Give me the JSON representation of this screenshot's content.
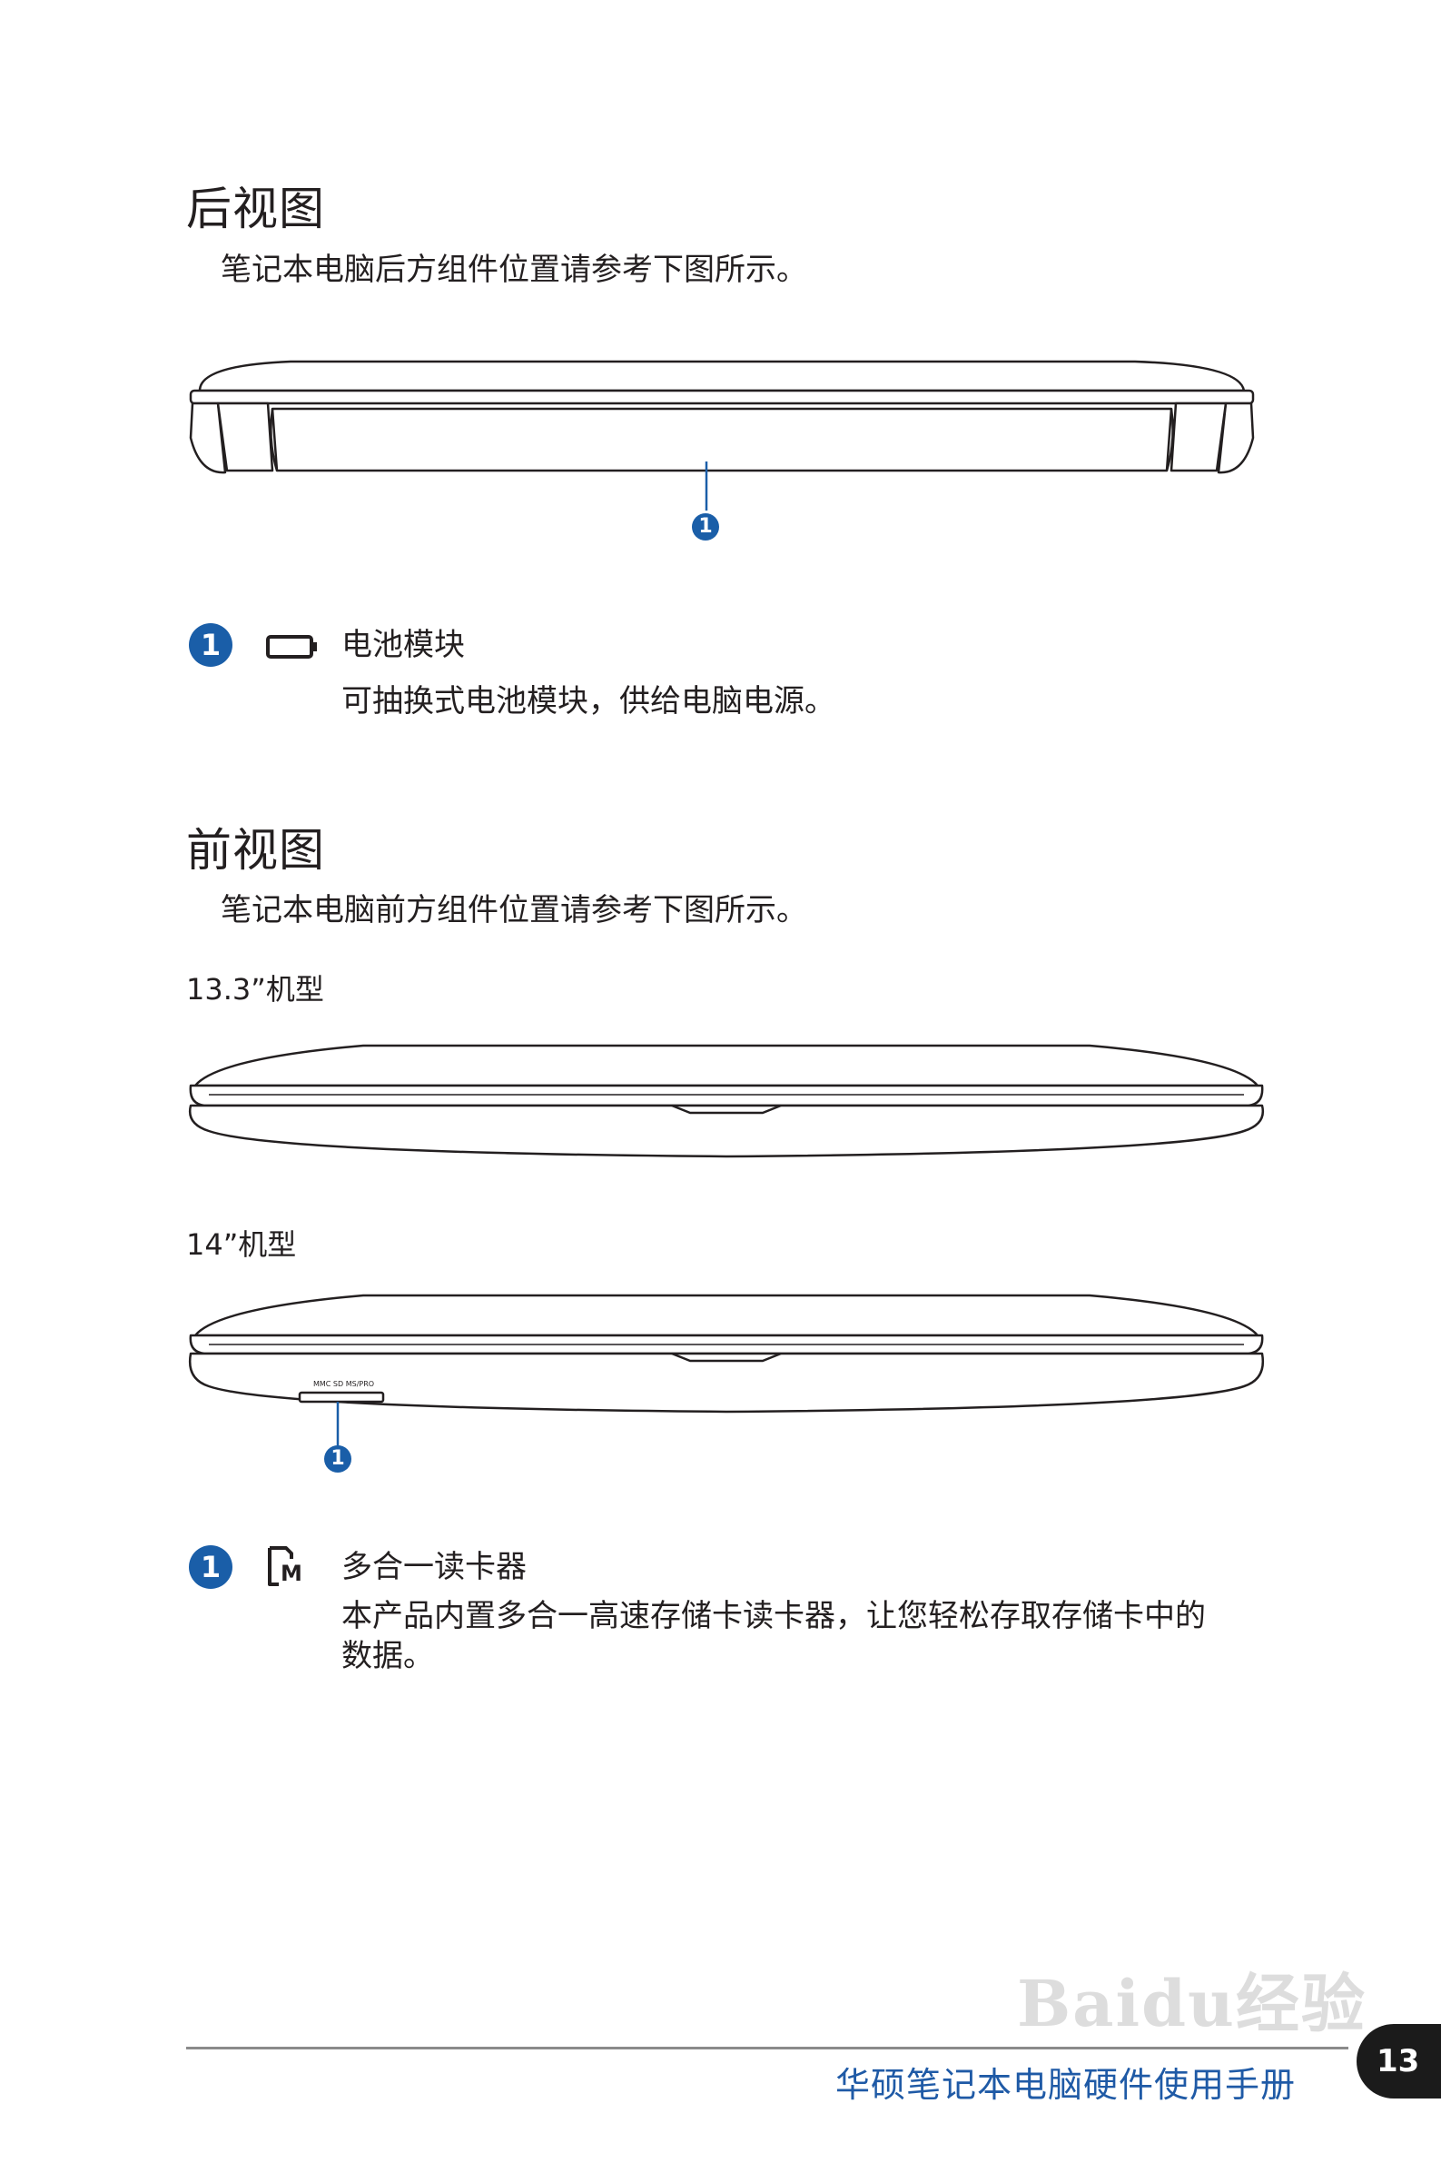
{
  "rear": {
    "title": "后视图",
    "intro": "笔记本电脑后方组件位置请参考下图所示。",
    "callout": "1",
    "item_label": "电池模块",
    "item_desc": "可抽换式电池模块，供给电脑电源。",
    "item_icon": "battery-icon"
  },
  "front": {
    "title": "前视图",
    "intro": "笔记本电脑前方组件位置请参考下图所示。",
    "model_a": "13.3”机型",
    "model_b": "14”机型",
    "slot_label": "MMC SD MS/PRO",
    "callout": "1",
    "item_label": "多合一读卡器",
    "item_desc_line1": "本产品内置多合一高速存储卡读卡器，让您轻松存取存储卡中的",
    "item_desc_line2": "数据。",
    "item_icon": "card-reader-icon",
    "item_icon_letter": "M"
  },
  "footer": {
    "title": "华硕笔记本电脑硬件使用手册",
    "page_number": "13",
    "watermark": "Baidu经验"
  },
  "colors": {
    "accent": "#1a5ea8",
    "footer_text": "#1f5aa6"
  }
}
